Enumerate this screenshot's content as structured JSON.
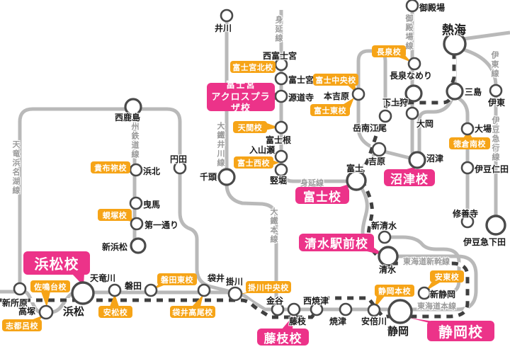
{
  "colors": {
    "line_gray": "#b9b9b9",
    "shinkansen_dash": "#3f3f3f",
    "pink": "#ec3389",
    "orange": "#f6a417"
  },
  "line_labels": [
    "天竜浜名湖線",
    "遠州鉄道線",
    "大鐵井川線",
    "身延線",
    "大鐵本線",
    "御殿場線",
    "伊東線",
    "伊豆急行線",
    "身延線",
    "東海道新幹線",
    "東海道本線"
  ],
  "stations": [
    "井川",
    "御殿場",
    "熱海",
    "西富士宮",
    "富士宮",
    "源道寺",
    "富士根",
    "入山瀬",
    "竪堀",
    "長泉なめり",
    "下土狩",
    "三島",
    "伊東",
    "大岡",
    "岳南江尾",
    "大場",
    "本吉原",
    "吉原",
    "富士",
    "沼津",
    "伊豆仁田",
    "修善寺",
    "伊豆急下田",
    "西鹿島",
    "浜北",
    "曳馬",
    "第一通り",
    "新浜松",
    "円田",
    "千頭",
    "新清水",
    "清水",
    "新静岡",
    "静岡",
    "新所原",
    "高塚",
    "浜松",
    "天竜川",
    "磐田",
    "袋井",
    "掛川",
    "金谷",
    "藤枝",
    "西焼津",
    "焼津",
    "安倍川"
  ],
  "schools_major": [
    "浜松校",
    "富士校",
    "沼津校",
    "清水駅前校",
    "藤枝校",
    "静岡校"
  ],
  "school_across": {
    "line1": "富士宮",
    "line2": "アクロスプラザ校"
  },
  "schools_branch": [
    "貴布祢校",
    "蜆塚校",
    "富士宮北校",
    "天間校",
    "富士西校",
    "富士中央校",
    "富士東校",
    "長泉校",
    "徳倉南校",
    "志都呂校",
    "佐鳴台校",
    "安松校",
    "磐田東校",
    "袋井高尾校",
    "掛川中央校",
    "静岡本校",
    "安東校"
  ]
}
